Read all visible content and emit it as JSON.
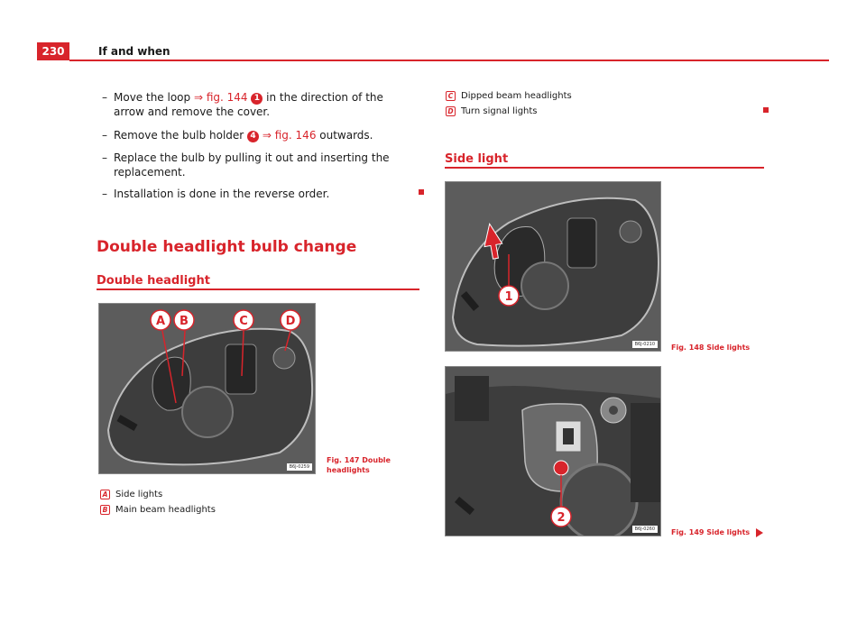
{
  "header": {
    "page_number": "230",
    "section": "If and when"
  },
  "steps": [
    {
      "pre": "Move the loop ",
      "link": "⇒ fig. 144",
      "badge": "1",
      "post": " in the direction of the arrow and remove the cover."
    },
    {
      "pre": "Remove the bulb holder ",
      "badge": "4",
      "link": "⇒ fig. 146",
      "post": " outwards."
    },
    {
      "text": "Replace the bulb by pulling it out and inserting the replacement."
    },
    {
      "text": "Installation is done in the reverse order."
    }
  ],
  "dash": "–",
  "heading_main": "Double headlight bulb change",
  "subheading_left": "Double headlight",
  "fig147": {
    "labels": [
      "A",
      "B",
      "C",
      "D"
    ],
    "code": "B6J-0259",
    "caption": "Fig. 147   Double headlights"
  },
  "legend_left": [
    {
      "key": "A",
      "label": "Side lights"
    },
    {
      "key": "B",
      "label": "Main beam headlights"
    }
  ],
  "legend_right": [
    {
      "key": "C",
      "label": "Dipped beam headlights"
    },
    {
      "key": "D",
      "label": "Turn signal lights"
    }
  ],
  "subheading_right": "Side light",
  "fig148": {
    "callout": "1",
    "code": "B6J-0210",
    "caption": "Fig. 148   Side lights"
  },
  "fig149": {
    "callout": "2",
    "code": "B6J-0260",
    "caption": "Fig. 149   Side lights"
  },
  "colors": {
    "accent": "#d8242b",
    "photo_bg": "#5a5a5a"
  }
}
